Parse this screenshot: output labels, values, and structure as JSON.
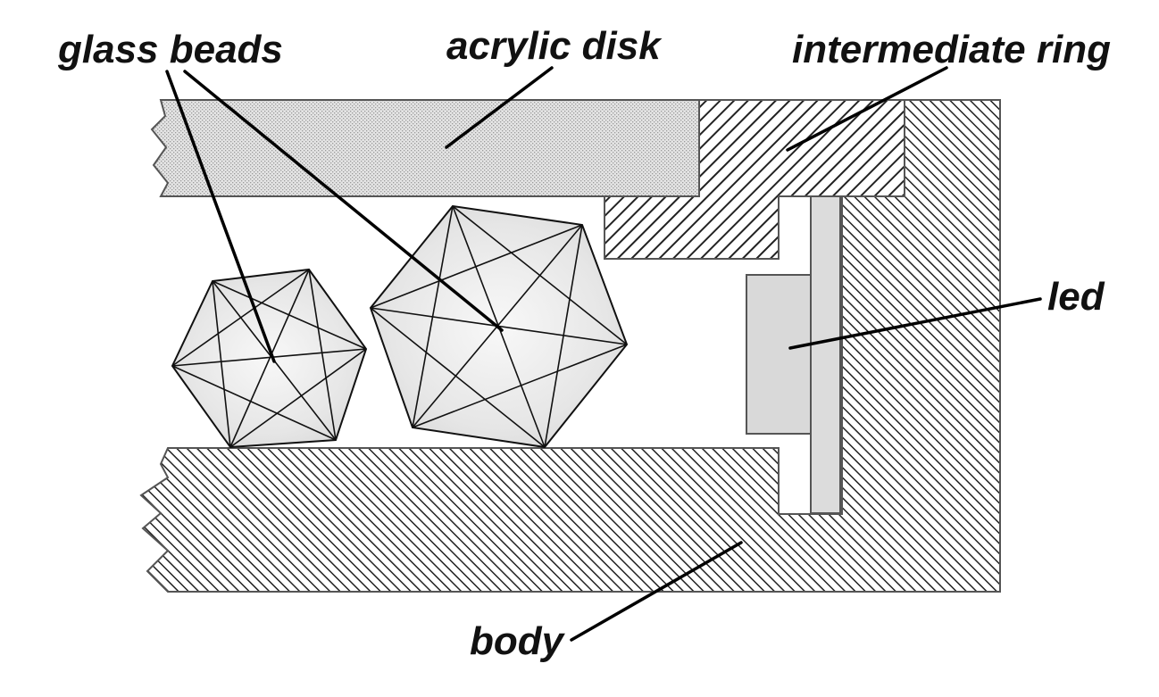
{
  "labels": {
    "glass_beads": "glass beads",
    "acrylic_disk": "acrylic disk",
    "intermediate_ring": "intermediate ring",
    "led": "led",
    "body": "body"
  },
  "colors": {
    "hatch_line": "#222222",
    "disk_fill": "#e2e2e2",
    "led_fill": "#dddddd",
    "crystal_fill": "#f1f1f1",
    "background": "#ffffff"
  }
}
